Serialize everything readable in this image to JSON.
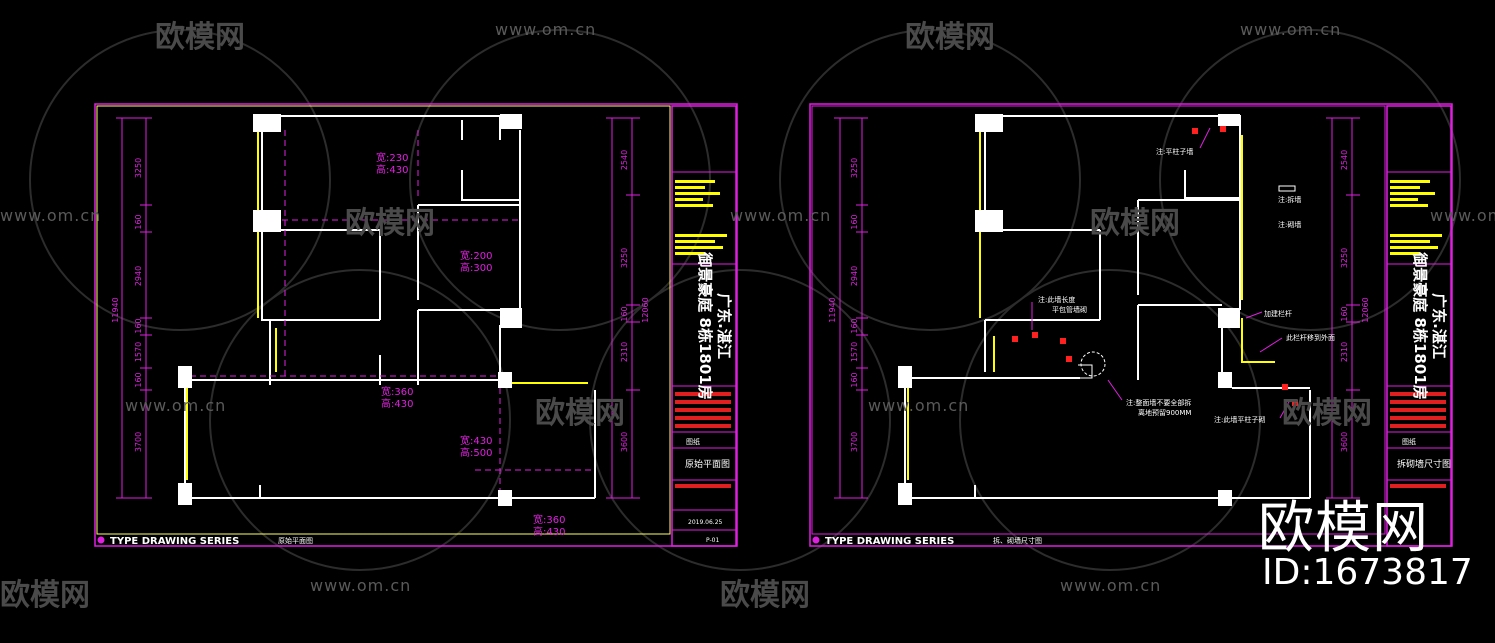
{
  "watermark": {
    "brand": "欧模网",
    "url": "www.om.cn",
    "id_label": "ID:1673817"
  },
  "colors": {
    "wall": "#ffffff",
    "frame": "#e020e0",
    "dim": "#e020e0",
    "window": "#ffff00",
    "note": "#e020e0",
    "marker": "#ff2020",
    "inner_frame": "#ffff66"
  },
  "left_sheet": {
    "room_labels": [
      {
        "w": "宽:230",
        "h": "高:430"
      },
      {
        "w": "宽:200",
        "h": "高:300"
      },
      {
        "w": "宽:360",
        "h": "高:430"
      },
      {
        "w": "宽:430",
        "h": "高:500"
      },
      {
        "w": "宽:360",
        "h": "高:430"
      }
    ],
    "dims_left": [
      "3250",
      "160",
      "2940",
      "160",
      "1570",
      "160",
      "3700"
    ],
    "dim_total_left": "11940",
    "dims_right": [
      "2540",
      "3250",
      "160",
      "2310",
      "3600"
    ],
    "dim_total_right": "12060",
    "title_block": {
      "project": "御景豪庭 8栋1801房",
      "city": "广东.湛江",
      "stamp": "图纸",
      "drawing_name": "原始平面图",
      "date": "2019.06.25",
      "number": "P-01"
    },
    "footer": {
      "series": "TYPE DRAWING SERIES",
      "name": "原始平面图"
    }
  },
  "right_sheet": {
    "notes": [
      "注:平柱子墙",
      "注:拆墙",
      "注:砌墙",
      "注:此墙长度",
      "平包管墙砌",
      "加建栏杆",
      "此栏杆移到外面",
      "注:整面墙不要全部拆",
      "离地预留900MM",
      "注:此墙平柱子砌"
    ],
    "dims_left": [
      "3250",
      "160",
      "2940",
      "160",
      "1570",
      "160",
      "3700"
    ],
    "dim_total_left": "11940",
    "dims_right": [
      "2540",
      "3250",
      "160",
      "2310",
      "3600"
    ],
    "dim_total_right": "12060",
    "title_block": {
      "project": "御景豪庭 8栋1801房",
      "city": "广东.湛江",
      "stamp": "图纸",
      "drawing_name": "拆砌墙尺寸图"
    },
    "footer": {
      "series": "TYPE DRAWING SERIES",
      "name": "拆、砌墙尺寸图"
    }
  }
}
